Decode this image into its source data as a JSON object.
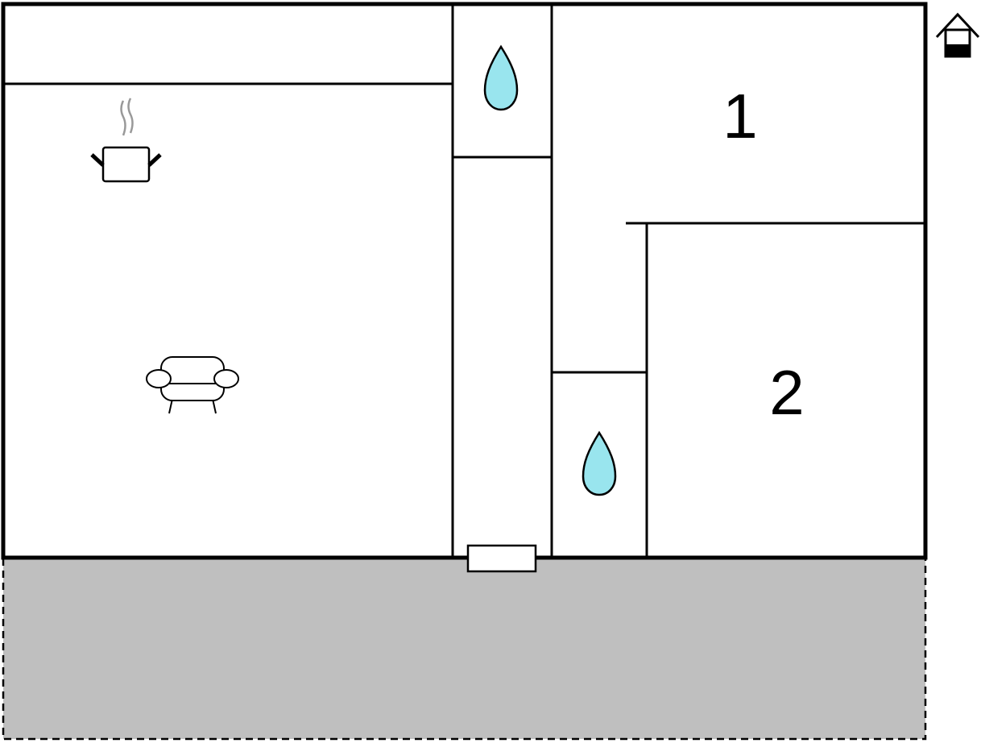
{
  "floor_plan": {
    "icons": {
      "floor_level": "house-ground-floor-icon",
      "kitchen": "cooking-pot-icon",
      "living_room": "armchair-icon",
      "bathroom": "water-drop-icon",
      "entrance": "entrance-door-icon"
    },
    "rooms": [
      {
        "name": "bedroom-1",
        "label": "1"
      },
      {
        "name": "bedroom-2",
        "label": "2"
      }
    ],
    "colors": {
      "wall": "#000000",
      "outdoor_area": "#bfbfbf",
      "water_drop": "#99e5ee",
      "steam": "#999999",
      "background": "#ffffff"
    }
  }
}
